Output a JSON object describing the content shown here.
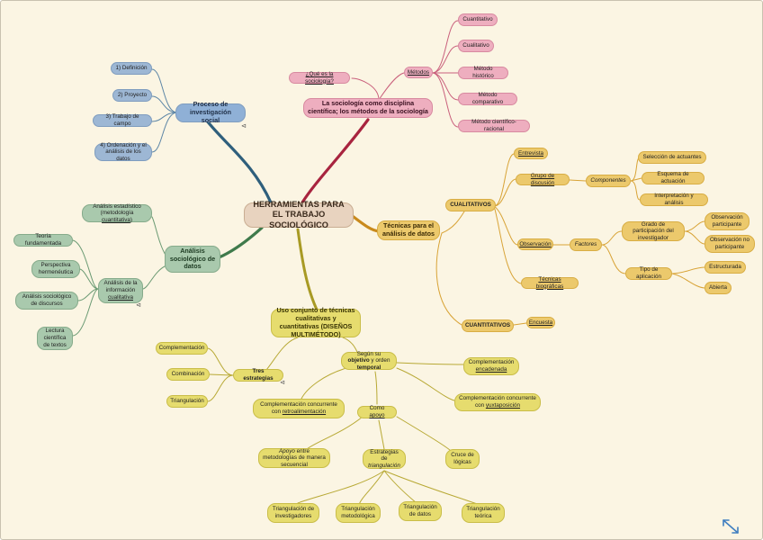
{
  "center": {
    "label": "HERRAMIENTAS PARA EL TRABAJO SOCIOLÓGICO"
  },
  "proceso": {
    "label": "Proceso de investigación social",
    "items": [
      "1) Definición",
      "2) Proyecto",
      "3) Trabajo de campo",
      "4) Ordenación y el análisis de los datos"
    ]
  },
  "sociologia": {
    "label": "La sociología como disciplina científica; los métodos de la sociología",
    "que_es": "¿Qué es la sociología?",
    "metodos": "Métodos",
    "metodos_items": [
      "Cuantitativo",
      "Cualitativo",
      "Método histórico",
      "Método comparativo",
      "Método científico-racional"
    ]
  },
  "tecnicas": {
    "label": "Técnicas para el análisis de datos",
    "cualitativos": "CUALITATIVOS",
    "entrevista": "Entrevista",
    "grupo": "Grupo de discusión",
    "componentes": "Componentes",
    "componentes_items": [
      "Selección de actuantes",
      "Esquema de actuación",
      "Interpretación y análisis"
    ],
    "observacion": "Observación",
    "factores": "Factores",
    "grado": "Grado de participación del investigador",
    "obs_participante": "Observación participante",
    "obs_no_participante": "Observación no participante",
    "tipo": "Tipo de aplicación",
    "estructurada": "Estructurada",
    "abierta": "Abierta",
    "biograficas": "Técnicas biográficas",
    "cuantitativos": "CUANTITATIVOS",
    "encuesta": "Encuesta"
  },
  "analisis": {
    "label": "Análisis sociológico de datos",
    "estadistico_pre": "Análisis estadístico (metodología ",
    "estadistico_u": "cuantitativa",
    "estadistico_post": ")",
    "cualitativa_pre": "Análisis de la información ",
    "cualitativa_u": "cualitativa",
    "sub": [
      "Teoría fundamentada",
      "Perspectiva hermenéutica",
      "Análisis sociológico de discursos",
      "Lectura científica de textos"
    ]
  },
  "uso": {
    "label": "Uso conjunto de técnicas cualitativas y cuantitativas (DISEÑOS MULTIMÉTODO)",
    "tres": "Tres estrategias",
    "tres_items": [
      "Complementación",
      "Combinación",
      "Triangulación"
    ],
    "segun_pre": "Según su ",
    "segun_b1": "objetivo",
    "segun_mid": " y orden ",
    "segun_b2": "temporal",
    "comp_enc_pre": "Complementación ",
    "comp_enc_u": "encadenada",
    "comp_yux_pre": "Complementación concurrente con ",
    "comp_yux_u": "yuxtaposición",
    "comp_retro_pre": "Complementación concurrente con ",
    "comp_retro_u": "retroalimentación",
    "como_pre": "Como ",
    "como_u": "apoyo",
    "apoyo_pre": "Apoyo",
    "apoyo_post": " entre metodologías de manera secuencial",
    "estrategias_pre": "Estrategias de ",
    "estrategias_it": "triangulación",
    "cruce": "Cruce de lógicas",
    "triang_items": [
      "Triangulación de investigadores",
      "Triangulación metodológica",
      "Triangulación de datos",
      "Triangulación teórica"
    ]
  },
  "icons": {
    "expand": "expand-arrows-icon",
    "fold": "collapse-marker-icon"
  },
  "colors": {
    "blue": "#2f5f7c",
    "pink": "#a8243f",
    "orange": "#d8a336",
    "green": "#3f7a4b",
    "olive": "#a89a24",
    "background": "#fbf5e3"
  }
}
